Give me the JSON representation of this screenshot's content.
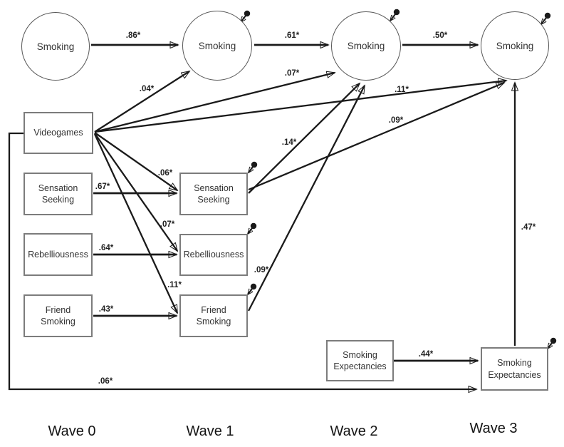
{
  "nodes": {
    "smoking_w0": {
      "label": "Smoking",
      "shape": "circle"
    },
    "smoking_w1": {
      "label": "Smoking",
      "shape": "circle"
    },
    "smoking_w2": {
      "label": "Smoking",
      "shape": "circle"
    },
    "smoking_w3": {
      "label": "Smoking",
      "shape": "circle"
    },
    "videogames_w0": {
      "label": "Videogames",
      "shape": "rect"
    },
    "sensation_seeking_w0": {
      "label": "Sensation Seeking",
      "shape": "rect"
    },
    "rebelliousness_w0": {
      "label": "Rebelliousness",
      "shape": "rect"
    },
    "friend_smoking_w0": {
      "label": "Friend Smoking",
      "shape": "rect"
    },
    "sensation_seeking_w1": {
      "label": "Sensation Seeking",
      "shape": "rect"
    },
    "rebelliousness_w1": {
      "label": "Rebelliousness",
      "shape": "rect"
    },
    "friend_smoking_w1": {
      "label": "Friend Smoking",
      "shape": "rect"
    },
    "smoking_expectancies_w2": {
      "label": "Smoking Expectancies",
      "shape": "rect"
    },
    "smoking_expectancies_w3": {
      "label": "Smoking Expectancies",
      "shape": "rect"
    }
  },
  "edges": [
    {
      "from": "smoking_w0",
      "to": "smoking_w1",
      "coef": ".86*"
    },
    {
      "from": "smoking_w1",
      "to": "smoking_w2",
      "coef": ".61*"
    },
    {
      "from": "smoking_w2",
      "to": "smoking_w3",
      "coef": ".50*"
    },
    {
      "from": "videogames_w0",
      "to": "smoking_w1",
      "coef": ".04*"
    },
    {
      "from": "videogames_w0",
      "to": "smoking_w2",
      "coef": ".07*"
    },
    {
      "from": "videogames_w0",
      "to": "smoking_w3",
      "coef": ".11*"
    },
    {
      "from": "videogames_w0",
      "to": "sensation_seeking_w1",
      "coef": ".06*"
    },
    {
      "from": "videogames_w0",
      "to": "rebelliousness_w1",
      "coef": ".07*"
    },
    {
      "from": "videogames_w0",
      "to": "friend_smoking_w1",
      "coef": ".11*"
    },
    {
      "from": "sensation_seeking_w0",
      "to": "sensation_seeking_w1",
      "coef": ".67*"
    },
    {
      "from": "rebelliousness_w0",
      "to": "rebelliousness_w1",
      "coef": ".64*"
    },
    {
      "from": "friend_smoking_w0",
      "to": "friend_smoking_w1",
      "coef": ".43*"
    },
    {
      "from": "sensation_seeking_w1",
      "to": "smoking_w2",
      "coef": ".14*"
    },
    {
      "from": "sensation_seeking_w1",
      "to": "smoking_w3",
      "coef": ".09*"
    },
    {
      "from": "friend_smoking_w1",
      "to": "smoking_w2",
      "coef": ".09*"
    },
    {
      "from": "smoking_expectancies_w2",
      "to": "smoking_expectancies_w3",
      "coef": ".44*"
    },
    {
      "from": "smoking_expectancies_w3",
      "to": "smoking_w3",
      "coef": ".47*"
    },
    {
      "from": "videogames_w0",
      "to": "smoking_expectancies_w3",
      "coef": ".06*"
    }
  ],
  "error_term_nodes": [
    "smoking_w1",
    "smoking_w2",
    "smoking_w3",
    "sensation_seeking_w1",
    "rebelliousness_w1",
    "friend_smoking_w1",
    "smoking_expectancies_w3"
  ],
  "waves": [
    "Wave 0",
    "Wave 1",
    "Wave 2",
    "Wave 3"
  ],
  "colors": {
    "line": "#1a1a1a",
    "box_border": "#7c7c7c",
    "circle_border": "#565656",
    "text": "#333333"
  }
}
